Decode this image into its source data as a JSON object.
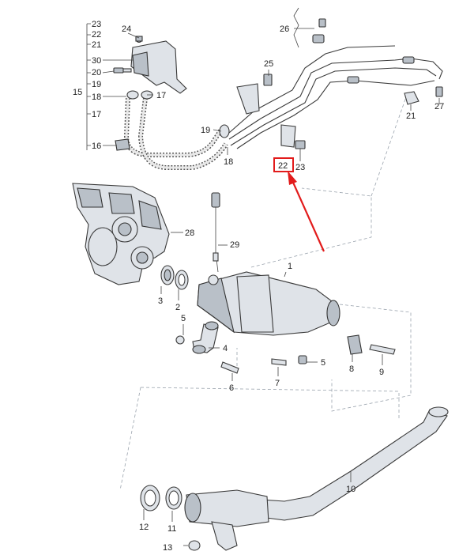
{
  "callouts": {
    "c23_top": "23",
    "c22_top": "22",
    "c21_top": "21",
    "c30": "30",
    "c20": "20",
    "c19_left": "19",
    "c15": "15",
    "c18_left": "18",
    "c17_right": "17",
    "c17_left": "17",
    "c16": "16",
    "c24": "24",
    "c25": "25",
    "c26": "26",
    "c27": "27",
    "c21_right": "21",
    "c19_mid": "19",
    "c18_mid": "18",
    "c22_highlight": "22",
    "c23_mid": "23",
    "c28": "28",
    "c29": "29",
    "c1": "1",
    "c3": "3",
    "c2": "2",
    "c5_left": "5",
    "c4": "4",
    "c6": "6",
    "c7": "7",
    "c5_right": "5",
    "c8": "8",
    "c9": "9",
    "c10": "10",
    "c12": "12",
    "c11": "11",
    "c13": "13"
  },
  "colors": {
    "highlight": "#e21b1b",
    "arrow": "#e21b1b",
    "dash": "#9aa3ad"
  }
}
